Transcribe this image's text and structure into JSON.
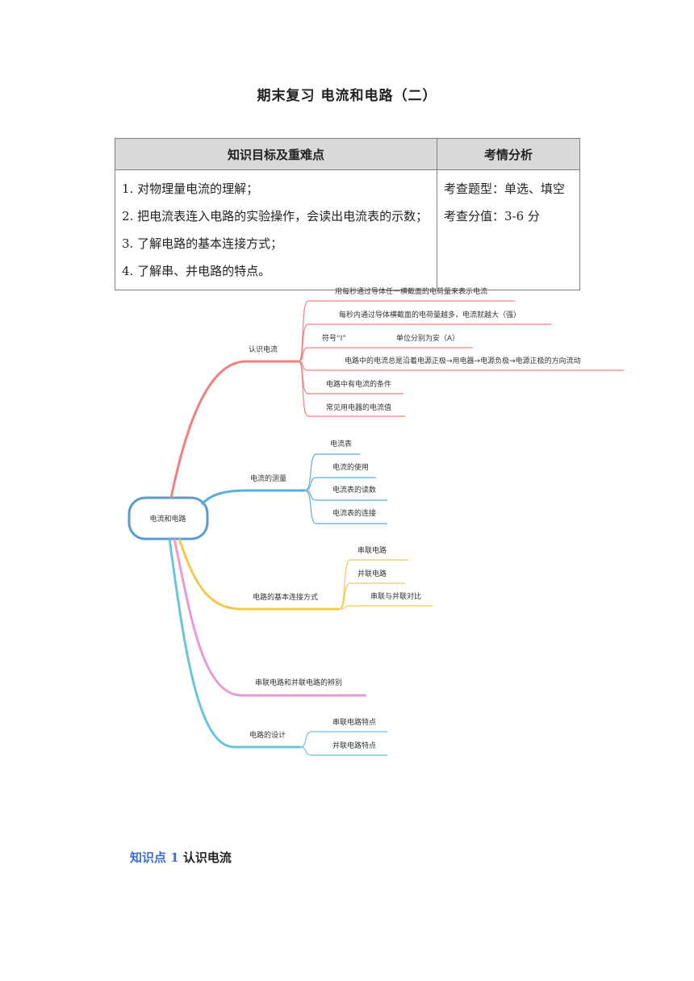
{
  "title": "期末复习  电流和电路（二）",
  "table": {
    "headers": [
      "知识目标及重难点",
      "考情分析"
    ],
    "objectives": [
      "1. 对物理量电流的理解；",
      "2. 把电流表连入电路的实验操作，会读出电流表的示数；",
      "3. 了解电路的基本连接方式；",
      "4. 了解串、并电路的特点。"
    ],
    "analysis": [
      "考查题型：单选、填空",
      "考查分值：3-6 分"
    ]
  },
  "mindmap": {
    "root": "电流和电路",
    "branches": [
      {
        "label": "认识电流",
        "color": "#f08080",
        "children": [
          "用每秒通过导体任一横截面的电荷量来表示电流",
          "每秒内通过导体横截面的电荷量越多，电流就越大（强）",
          "符号“I”",
          "电路中的电流总是沿着电源正极→用电器→电源负极→电源正极的方向流动",
          "电路中有电流的条件",
          "常见用电器的电流值"
        ],
        "extra": "单位分别为安（A）"
      },
      {
        "label": "电流的测量",
        "color": "#5aaee0",
        "children": [
          "电流表",
          "电流的使用",
          "电流表的读数",
          "电流表的连接"
        ]
      },
      {
        "label": "电路的基本连接方式",
        "color": "#f5c84c",
        "children": [
          "串联电路",
          "并联电路",
          "串联与并联对比"
        ]
      },
      {
        "label": "串联电路和并联电路的辨别",
        "color": "#e89ad8",
        "children": []
      },
      {
        "label": "电路的设计",
        "color": "#6cc4dc",
        "children": [
          "串联电路特点",
          "并联电路特点"
        ]
      }
    ]
  },
  "knowledge_point": {
    "number": "知识点 1",
    "title": "认识电流"
  }
}
